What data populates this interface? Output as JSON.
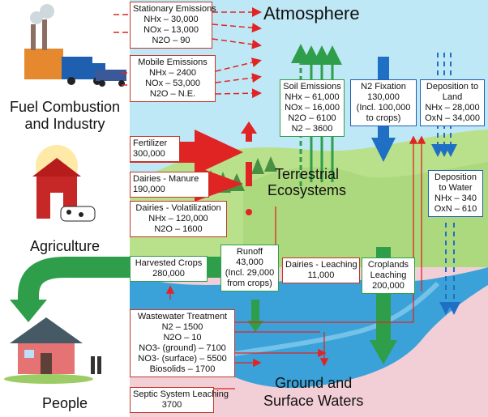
{
  "sectors": {
    "fuel_line1": "Fuel Combustion",
    "fuel_line2": "and Industry",
    "agriculture": "Agriculture",
    "people": "People"
  },
  "regions": {
    "atmosphere": "Atmosphere",
    "terrestrial_line1": "Terrestrial",
    "terrestrial_line2": "Ecosystems",
    "water_line1": "Ground and",
    "water_line2": "Surface Waters"
  },
  "boxes": {
    "stationary": {
      "title": "Stationary Emissions",
      "l1": "NHx – 30,000",
      "l2": "NOx – 13,000",
      "l3": "N2O – 90"
    },
    "mobile": {
      "title": "Mobile Emissions",
      "l1": "NHx – 2400",
      "l2": "NOx – 53,000",
      "l3": "N2O – N.E."
    },
    "soil": {
      "title": "Soil Emissions",
      "l1": "NHx – 61,000",
      "l2": "NOx – 16,000",
      "l3": "N2O – 6100",
      "l4": "N2 – 3600"
    },
    "fixation": {
      "title": "N2 Fixation",
      "l1": "130,000",
      "l2": "(Incl. 100,000",
      "l3": "to crops)"
    },
    "dep_land": {
      "title": "Deposition to",
      "l1": "Land",
      "l2": "NHx – 28,000",
      "l3": "OxN – 34,000"
    },
    "fertilizer": {
      "title": "Fertilizer",
      "l1": "300,000"
    },
    "manure": {
      "title": "Dairies - Manure",
      "l1": "190,000"
    },
    "volatilization": {
      "title": "Dairies - Volatilization",
      "l1": "NHx – 120,000",
      "l2": "N2O – 1600"
    },
    "dep_water": {
      "title": "Deposition",
      "l1": "to Water",
      "l2": "NHx – 340",
      "l3": "OxN – 610"
    },
    "harvested": {
      "title": "Harvested Crops",
      "l1": "280,000"
    },
    "runoff": {
      "title": "Runoff",
      "l1": "43,000",
      "l2": "(Incl. 29,000",
      "l3": "from crops)"
    },
    "leaching": {
      "title": "Dairies - Leaching",
      "l1": "11,000"
    },
    "croplands": {
      "title": "Croplands",
      "l1": "Leaching",
      "l2": "200,000"
    },
    "wastewater": {
      "title": "Wastewater Treatment",
      "l1": "N2 – 1500",
      "l2": "N2O – 10",
      "l3": "NO3- (ground) – 7100",
      "l4": "NO3- (surface) – 5500",
      "l5": "Biosolids – 1700"
    },
    "septic": {
      "title": "Septic System Leaching",
      "l1": "3700"
    }
  },
  "colors": {
    "sky": "#bfe8f6",
    "land": "#b9e08a",
    "soil": "#f2cfd6",
    "water": "#3aa2d8",
    "red_flow": "#e02424",
    "green_flow": "#2e9e4b",
    "blue_flow": "#1f6fc4"
  }
}
